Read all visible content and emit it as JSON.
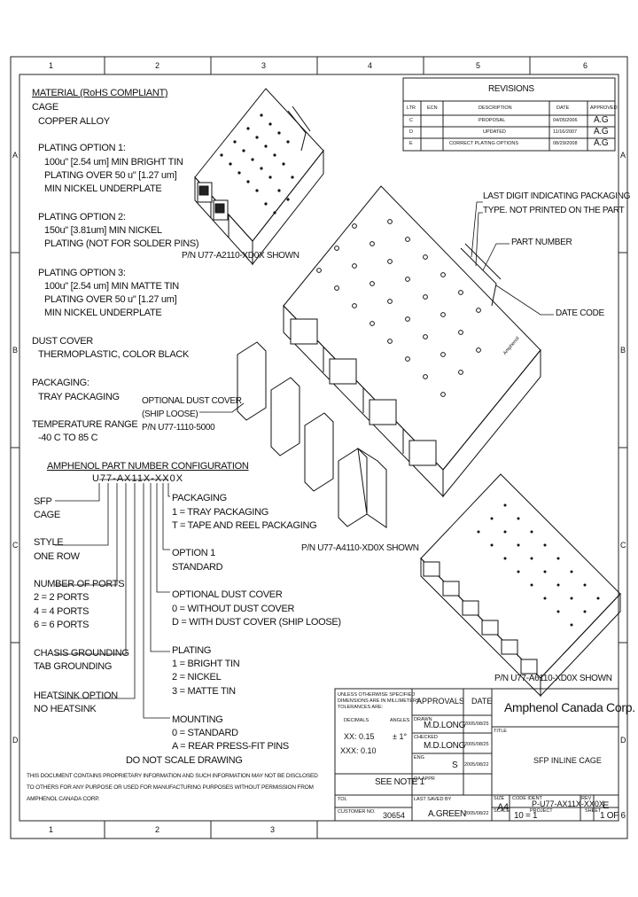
{
  "grid": {
    "cols": [
      "1",
      "2",
      "3",
      "4",
      "5",
      "6"
    ],
    "rows": [
      "A",
      "B",
      "C",
      "D"
    ]
  },
  "notes": {
    "material_h": "MATERIAL (RoHS COMPLIANT)",
    "cage": "CAGE",
    "copper": "COPPER ALLOY",
    "opt1_h": "PLATING OPTION 1:",
    "opt1_l1": "100u\" [2.54 um] MIN BRIGHT TIN",
    "opt1_l2": "PLATING OVER 50 u\" [1.27 um]",
    "opt1_l3": "MIN NICKEL UNDERPLATE",
    "opt2_h": "PLATING OPTION 2:",
    "opt2_l1": "150u\" [3.81um] MIN NICKEL",
    "opt2_l2": "PLATING (NOT FOR SOLDER PINS)",
    "opt3_h": "PLATING OPTION 3:",
    "opt3_l1": "100u\" [2.54 um] MIN MATTE TIN",
    "opt3_l2": "PLATING OVER 50 u\" [1.27 um]",
    "opt3_l3": "MIN NICKEL UNDERPLATE",
    "dust_h": "DUST COVER",
    "dust_l1": "THERMOPLASTIC, COLOR BLACK",
    "pack_h": "PACKAGING:",
    "pack_l1": "TRAY PACKAGING",
    "temp_h": "TEMPERATURE RANGE",
    "temp_l1": "-40 C TO 85 C",
    "pn_config": "AMPHENOL PART NUMBER CONFIGURATION",
    "pn_code": "U77-AX11X-XX0X",
    "sfp": "SFP",
    "cage2": "CAGE",
    "style": "STYLE",
    "one_row": "ONE ROW",
    "ports_h": "NUMBER OF PORTS",
    "ports_2": "2 = 2 PORTS",
    "ports_4": "4 = 4 PORTS",
    "ports_6": "6 = 6 PORTS",
    "chassis_h": "CHASIS GROUNDING",
    "chassis_l1": "TAB GROUNDING",
    "heatsink_h": "HEATSINK OPTION",
    "heatsink_l1": "NO HEATSINK",
    "packaging_h": "PACKAGING",
    "packaging_1": "1 = TRAY PACKAGING",
    "packaging_t": "T = TAPE AND REEL PACKAGING",
    "option1_h": "OPTION 1",
    "option1_l1": "STANDARD",
    "optdust_h": "OPTIONAL DUST COVER",
    "optdust_0": "0 = WITHOUT DUST COVER",
    "optdust_d": "D = WITH DUST COVER (SHIP LOOSE)",
    "plating_h": "PLATING",
    "plating_1": "1 = BRIGHT TIN",
    "plating_2": "2 = NICKEL",
    "plating_3": "3 = MATTE TIN",
    "mounting_h": "MOUNTING",
    "mounting_0": "0 = STANDARD",
    "mounting_a": "A = REAR PRESS-FIT PINS",
    "donot": "DO NOT SCALE DRAWING",
    "prop1": "THIS DOCUMENT CONTAINS PROPRIETARY INFORMATION AND SUCH INFORMATION MAY NOT BE DISCLOSED",
    "prop2": "TO OTHERS FOR ANY PURPOSE OR USED FOR MANUFACTURING PURPOSES WITHOUT PERMISSION FROM",
    "prop3": "AMPHENOL CANADA CORP."
  },
  "callouts": {
    "pn_a2110": "P/N U77-A2110-XD0X SHOWN",
    "pn_a4110": "P/N U77-A4110-XD0X SHOWN",
    "pn_a6110": "P/N U77-A6110-XD0X SHOWN",
    "dust1": "OPTIONAL DUST COVER",
    "dust2": "(SHIP LOOSE)",
    "dust3": "P/N U77-1110-5000",
    "last1": "LAST DIGIT INDICATING PACKAGING",
    "last2": "TYPE. NOT PRINTED ON THE PART",
    "partnum": "PART NUMBER",
    "datecode": "DATE CODE",
    "amphenol": "Amphenol"
  },
  "revisions": {
    "title": "REVISIONS",
    "headers": [
      "LTR",
      "ECN",
      "DESCRIPTION",
      "DATE",
      "APPROVED"
    ],
    "rows": [
      {
        "ltr": "C",
        "ecn": "",
        "desc": "PROPOSAL",
        "date": "04/05/2006",
        "appr": "A.G"
      },
      {
        "ltr": "D",
        "ecn": "",
        "desc": "UPDATED",
        "date": "11/16/2007",
        "appr": "A.G"
      },
      {
        "ltr": "E",
        "ecn": "",
        "desc": "CORRECT PLATING OPTIONS",
        "date": "08/29/2008",
        "appr": "A.G"
      }
    ]
  },
  "titleblock": {
    "tol1": "UNLESS OTHERWISE SPECIFIED",
    "tol2": "DIMENSIONS ARE IN MILLIMETERS",
    "tol3": "TOLERANCES ARE:",
    "tol4": "DECIMALS",
    "tol5": "ANGLES",
    "tol6": "XX: 0.15",
    "tol7": "± 1°",
    "tol8": "XXX: 0.10",
    "approvals": "APPROVALS",
    "date": "DATE",
    "drawn_lbl": "DRAWN",
    "drawn": "M.D.LONG",
    "drawn_date": "2005/08/25",
    "checked_lbl": "CHECKED",
    "checked": "M.D.LONG",
    "checked_date": "2005/08/25",
    "eng_lbl": "ENG",
    "eng": "S",
    "eng_date": "2005/08/22",
    "qa_lbl": "QA APPR",
    "company": "Amphenol Canada Corp.",
    "title_lbl": "TITLE",
    "title": "SFP INLINE CAGE",
    "see_note": "SEE NOTE 1",
    "size_lbl": "SIZE",
    "size": "A4",
    "code_lbl": "CODE IDENT",
    "dwg": "P-U77-AX11X-XX0X",
    "rev_lbl": "REV",
    "rev": "E",
    "scale_lbl": "SCALE",
    "scale": "10 = 1",
    "proj_lbl": "PROJECT",
    "sheet_lbl": "SHEET",
    "sheet": "1 OF 6",
    "customer_lbl": "CUSTOMER NO.",
    "customer": "30654",
    "lastsave_lbl": "LAST SAVED BY",
    "lastsave": "A.GREEN",
    "lastsave_date": "2005/08/22",
    "tol_lbl": "TOL"
  }
}
